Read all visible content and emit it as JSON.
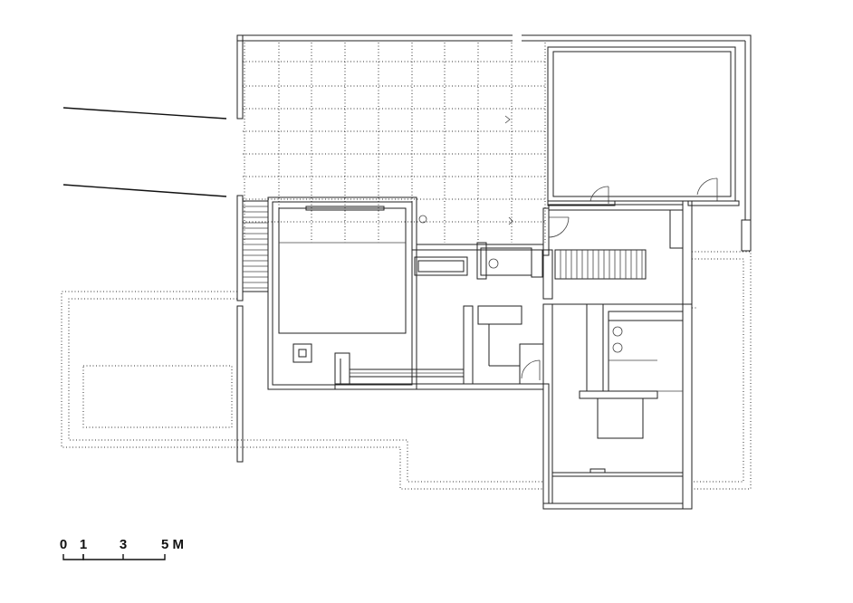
{
  "scale_bar": {
    "labels": [
      "0",
      "1",
      "3",
      "5 M"
    ]
  }
}
